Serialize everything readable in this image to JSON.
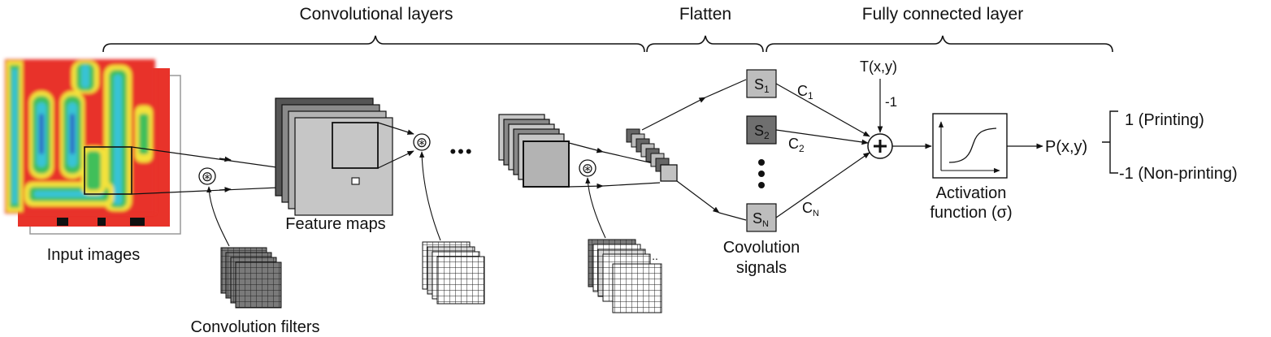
{
  "sections": {
    "conv_layers": "Convolutional layers",
    "flatten": "Flatten",
    "fully_connected": "Fully connected layer"
  },
  "labels": {
    "input_images": "Input images",
    "feature_maps": "Feature maps",
    "convolution_filters": "Convolution filters",
    "convolution_signals_line1": "Covolution",
    "convolution_signals_line2": "signals",
    "activation_line1": "Activation",
    "activation_line2": "function (σ)",
    "threshold": "T(x,y)",
    "threshold_weight": "-1",
    "output": "P(x,y)",
    "printing": "1 (Printing)",
    "non_printing": "-1 (Non-printing)",
    "conv_symbol": "⊛",
    "ellipsis": "•••"
  },
  "signals": [
    {
      "base": "S",
      "sub": "1"
    },
    {
      "base": "S",
      "sub": "2"
    },
    {
      "base": "S",
      "sub": "N"
    }
  ],
  "weights": [
    {
      "base": "C",
      "sub": "1"
    },
    {
      "base": "C",
      "sub": "2"
    },
    {
      "base": "C",
      "sub": "N"
    }
  ],
  "colors": {
    "heatmap_red": "#e8332a",
    "heatmap_yellow": "#f4e23a",
    "heatmap_green": "#3fbf5a",
    "heatmap_cyan": "#38c3d6",
    "heatmap_blue": "#2d6fc4",
    "map_light": "#c4c4c4",
    "map_mid": "#8a8a8a",
    "map_dark": "#555555",
    "signal_box": "#bdbdbd",
    "signal_box_dark": "#6f6f6f"
  }
}
